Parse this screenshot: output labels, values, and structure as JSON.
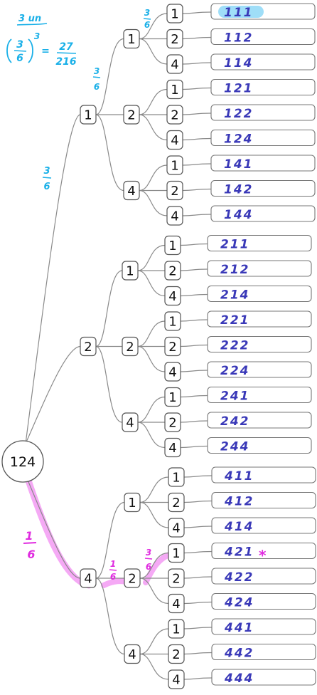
{
  "root": "124",
  "tree": [
    {
      "label": "1",
      "children": [
        {
          "label": "1",
          "children": [
            {
              "label": "1",
              "result": "111"
            },
            {
              "label": "2",
              "result": "112"
            },
            {
              "label": "4",
              "result": "114"
            }
          ]
        },
        {
          "label": "2",
          "children": [
            {
              "label": "1",
              "result": "121"
            },
            {
              "label": "2",
              "result": "122"
            },
            {
              "label": "4",
              "result": "124"
            }
          ]
        },
        {
          "label": "4",
          "children": [
            {
              "label": "1",
              "result": "141"
            },
            {
              "label": "2",
              "result": "142"
            },
            {
              "label": "4",
              "result": "144"
            }
          ]
        }
      ]
    },
    {
      "label": "2",
      "children": [
        {
          "label": "1",
          "children": [
            {
              "label": "1",
              "result": "211"
            },
            {
              "label": "2",
              "result": "212"
            },
            {
              "label": "4",
              "result": "214"
            }
          ]
        },
        {
          "label": "2",
          "children": [
            {
              "label": "1",
              "result": "221"
            },
            {
              "label": "2",
              "result": "222"
            },
            {
              "label": "4",
              "result": "224"
            }
          ]
        },
        {
          "label": "4",
          "children": [
            {
              "label": "1",
              "result": "241"
            },
            {
              "label": "2",
              "result": "242"
            },
            {
              "label": "4",
              "result": "244"
            }
          ]
        }
      ]
    },
    {
      "label": "4",
      "children": [
        {
          "label": "1",
          "children": [
            {
              "label": "1",
              "result": "411"
            },
            {
              "label": "2",
              "result": "412"
            },
            {
              "label": "4",
              "result": "414"
            }
          ]
        },
        {
          "label": "2",
          "children": [
            {
              "label": "1",
              "result": "421"
            },
            {
              "label": "2",
              "result": "422"
            },
            {
              "label": "4",
              "result": "424"
            }
          ]
        },
        {
          "label": "4",
          "children": [
            {
              "label": "1",
              "result": "441"
            },
            {
              "label": "2",
              "result": "442"
            },
            {
              "label": "4",
              "result": "444"
            }
          ]
        }
      ]
    }
  ],
  "annotations": {
    "top_note": "3 un",
    "formula_num": "3",
    "formula_den": "6",
    "formula_exp": "3",
    "formula_eq": "=",
    "formula_res_num": "27",
    "formula_res_den": "216",
    "branch_prob_num": "3",
    "branch_prob_den": "6",
    "pink_prob_num": "1",
    "pink_prob_den": "6",
    "star": "*"
  },
  "colors": {
    "handwriting": "#3a39b8",
    "cyan_annotation": "#1ab0e8",
    "cyan_highlight": "#7fd3f5",
    "pink_annotation": "#e02ce0",
    "pink_highlight": "#f39af3",
    "edge": "#8a8a8a",
    "node_border": "#555555"
  }
}
